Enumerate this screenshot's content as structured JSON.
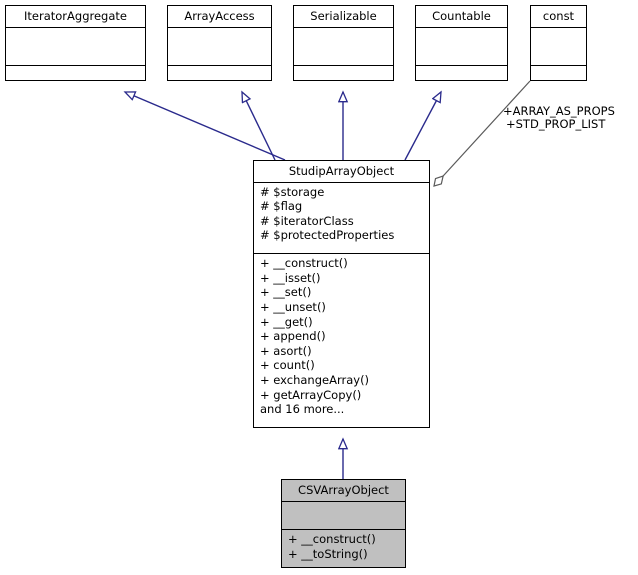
{
  "diagram": {
    "type": "uml-class-diagram",
    "title": "StudipArrayObject inheritance diagram",
    "colors": {
      "inheritance_edge": "#2a2a8c",
      "association_edge": "#5a5a5a",
      "box_border": "#000000",
      "box_fill": "#ffffff",
      "highlight_fill": "#c0c0c0"
    },
    "classes": [
      {
        "id": "IteratorAggregate",
        "name": "IteratorAggregate",
        "attributes": [],
        "methods": [],
        "highlighted": false
      },
      {
        "id": "ArrayAccess",
        "name": "ArrayAccess",
        "attributes": [],
        "methods": [],
        "highlighted": false
      },
      {
        "id": "Serializable",
        "name": "Serializable",
        "attributes": [],
        "methods": [],
        "highlighted": false
      },
      {
        "id": "Countable",
        "name": "Countable",
        "attributes": [],
        "methods": [],
        "highlighted": false
      },
      {
        "id": "const",
        "name": "const",
        "attributes": [],
        "methods": [],
        "highlighted": false
      },
      {
        "id": "StudipArrayObject",
        "name": "StudipArrayObject",
        "attributes": [
          "#  $storage",
          "#  $flag",
          "#  $iteratorClass",
          "#  $protectedProperties"
        ],
        "methods": [
          "+  __construct()",
          "+  __isset()",
          "+  __set()",
          "+  __unset()",
          "+  __get()",
          "+  append()",
          "+  asort()",
          "+  count()",
          "+  exchangeArray()",
          "+  getArrayCopy()",
          "and 16 more..."
        ],
        "highlighted": false
      },
      {
        "id": "CSVArrayObject",
        "name": "CSVArrayObject",
        "attributes": [],
        "methods": [
          "+  __construct()",
          "+  __toString()"
        ],
        "highlighted": true
      }
    ],
    "edges": [
      {
        "id": "e1",
        "from": "StudipArrayObject",
        "to": "IteratorAggregate",
        "kind": "inheritance",
        "label": ""
      },
      {
        "id": "e2",
        "from": "StudipArrayObject",
        "to": "ArrayAccess",
        "kind": "inheritance",
        "label": ""
      },
      {
        "id": "e3",
        "from": "StudipArrayObject",
        "to": "Serializable",
        "kind": "inheritance",
        "label": ""
      },
      {
        "id": "e4",
        "from": "StudipArrayObject",
        "to": "Countable",
        "kind": "inheritance",
        "label": ""
      },
      {
        "id": "e5",
        "from": "StudipArrayObject",
        "to": "const",
        "kind": "aggregation",
        "label": ""
      },
      {
        "id": "e6",
        "from": "CSVArrayObject",
        "to": "StudipArrayObject",
        "kind": "inheritance",
        "label": ""
      }
    ],
    "edge_labels": [
      {
        "id": "lbl-array-as-props",
        "text": "+ARRAY_AS_PROPS"
      },
      {
        "id": "lbl-std-prop-list",
        "text": "+STD_PROP_LIST"
      }
    ]
  }
}
